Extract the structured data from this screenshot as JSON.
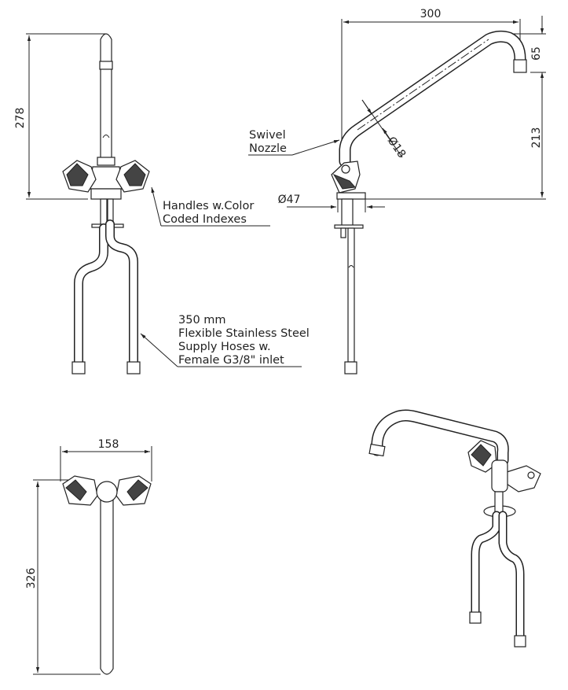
{
  "front_view": {
    "height_dim": "278",
    "handles_note": [
      "Handles w.Color",
      "Coded Indexes"
    ],
    "hoses_note": [
      "350 mm",
      "Flexible Stainless Steel",
      "Supply Hoses w.",
      "Female G3/8\" inlet"
    ]
  },
  "side_view": {
    "reach_dim": "300",
    "nozzle_drop_dim": "65",
    "nozzle_height_dim": "213",
    "tube_diameter_dim": "Ø18",
    "base_diameter_dim": "Ø47",
    "swivel_note": [
      "Swivel",
      "Nozzle"
    ]
  },
  "top_view": {
    "width_dim": "158",
    "length_dim": "326"
  },
  "colors": {
    "line": "#222222",
    "background": "#ffffff"
  }
}
